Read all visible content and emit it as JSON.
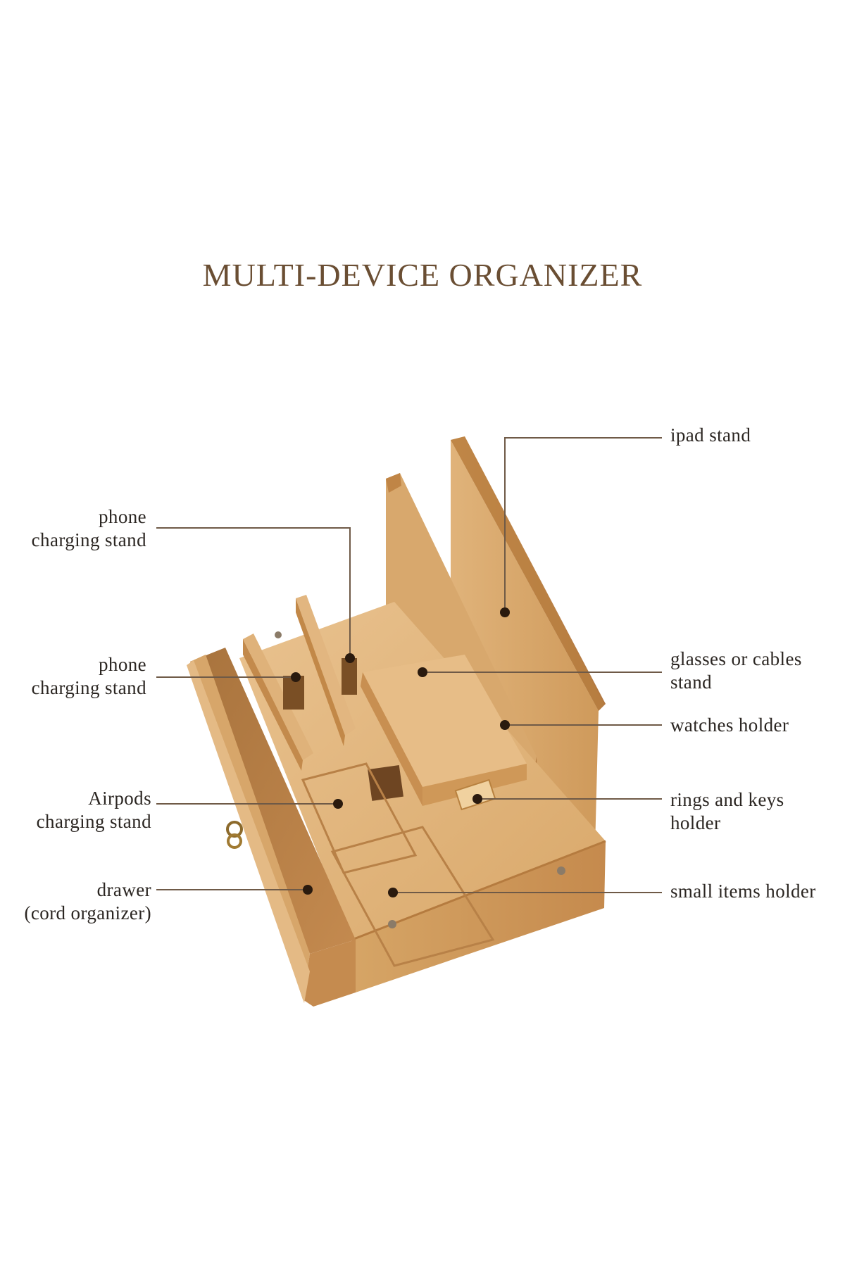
{
  "title": "MULTI-DEVICE ORGANIZER",
  "colors": {
    "title": "#6a4e33",
    "label_text": "#2b2622",
    "leader_line": "#6f5a47",
    "wood_light": "#e3b882",
    "wood_mid": "#d19a5c",
    "wood_dark": "#b37a3f",
    "wood_shadow": "#8e5b2c"
  },
  "callouts": [
    {
      "id": "ipad-stand",
      "side": "right",
      "lines": [
        "ipad stand"
      ]
    },
    {
      "id": "phone-charging-stand-1",
      "side": "left",
      "lines": [
        "phone",
        "charging stand"
      ]
    },
    {
      "id": "phone-charging-stand-2",
      "side": "left",
      "lines": [
        "phone",
        "charging stand"
      ]
    },
    {
      "id": "glasses-or-cables-stand",
      "side": "right",
      "lines": [
        "glasses or cables",
        "stand"
      ]
    },
    {
      "id": "watches-holder",
      "side": "right",
      "lines": [
        "watches holder"
      ]
    },
    {
      "id": "airpods-charging-stand",
      "side": "left",
      "lines": [
        "Airpods",
        "charging stand"
      ]
    },
    {
      "id": "rings-and-keys-holder",
      "side": "right",
      "lines": [
        "rings and keys",
        "holder"
      ]
    },
    {
      "id": "drawer-cord-organizer",
      "side": "left",
      "lines": [
        "drawer",
        "(cord organizer)"
      ]
    },
    {
      "id": "small-items-holder",
      "side": "right",
      "lines": [
        "small items holder"
      ]
    }
  ]
}
